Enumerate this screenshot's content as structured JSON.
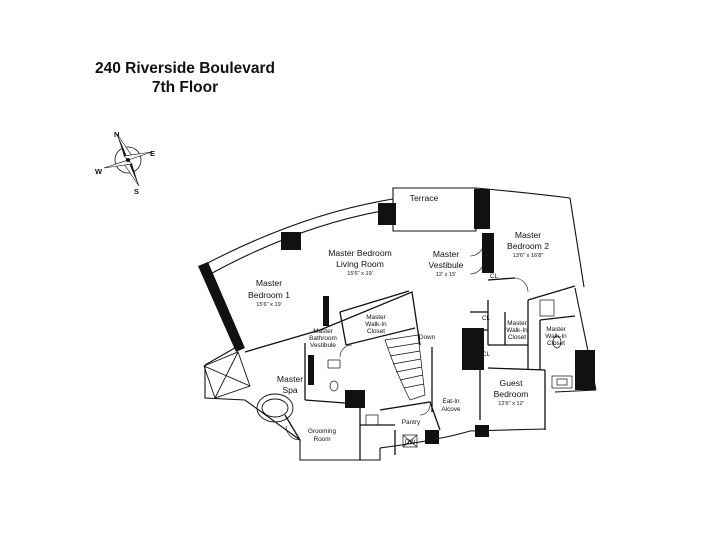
{
  "title": {
    "line1": "240 Riverside Boulevard",
    "line2": "7th Floor"
  },
  "compass": {
    "n": "N",
    "s": "S",
    "e": "E",
    "w": "W"
  },
  "rooms": {
    "terrace": "Terrace",
    "master_bedroom_2": {
      "name1": "Master",
      "name2": "Bedroom 2",
      "dim": "13'6\" x 16'8\""
    },
    "master_vestibule": {
      "name1": "Master",
      "name2": "Vestibule",
      "dim": "12' x 15'"
    },
    "master_bedroom_living": {
      "name1": "Master Bedroom",
      "name2": "Living Room",
      "dim": "15'6\" x 19'"
    },
    "master_bedroom_1": {
      "name1": "Master",
      "name2": "Bedroom 1",
      "dim": "15'6\" x 19'"
    },
    "master_walkin_closet": {
      "name1": "Master",
      "name2": "Walk-In",
      "name3": "Closet"
    },
    "master_bathroom_vestibule": {
      "name1": "Master",
      "name2": "Bathroom",
      "name3": "Vestibule"
    },
    "master_spa": {
      "name1": "Master",
      "name2": "Spa"
    },
    "grooming_room": {
      "name1": "Grooming",
      "name2": "Room"
    },
    "down": "Down",
    "cl_1": "CL",
    "cl_2": "CL",
    "cl_3": "CL",
    "walkin_closet_a": {
      "name1": "Master",
      "name2": "Walk-In",
      "name3": "Closet"
    },
    "walkin_closet_b": {
      "name1": "Master",
      "name2": "Walk-In",
      "name3": "Closet"
    },
    "guest_bedroom": {
      "name1": "Guest",
      "name2": "Bedroom",
      "dim": "12'6\" x 12'"
    },
    "eat_in_alcove": {
      "name1": "Eat-In",
      "name2": "Alcove"
    },
    "pantry": "Pantry",
    "dw": "DW"
  }
}
